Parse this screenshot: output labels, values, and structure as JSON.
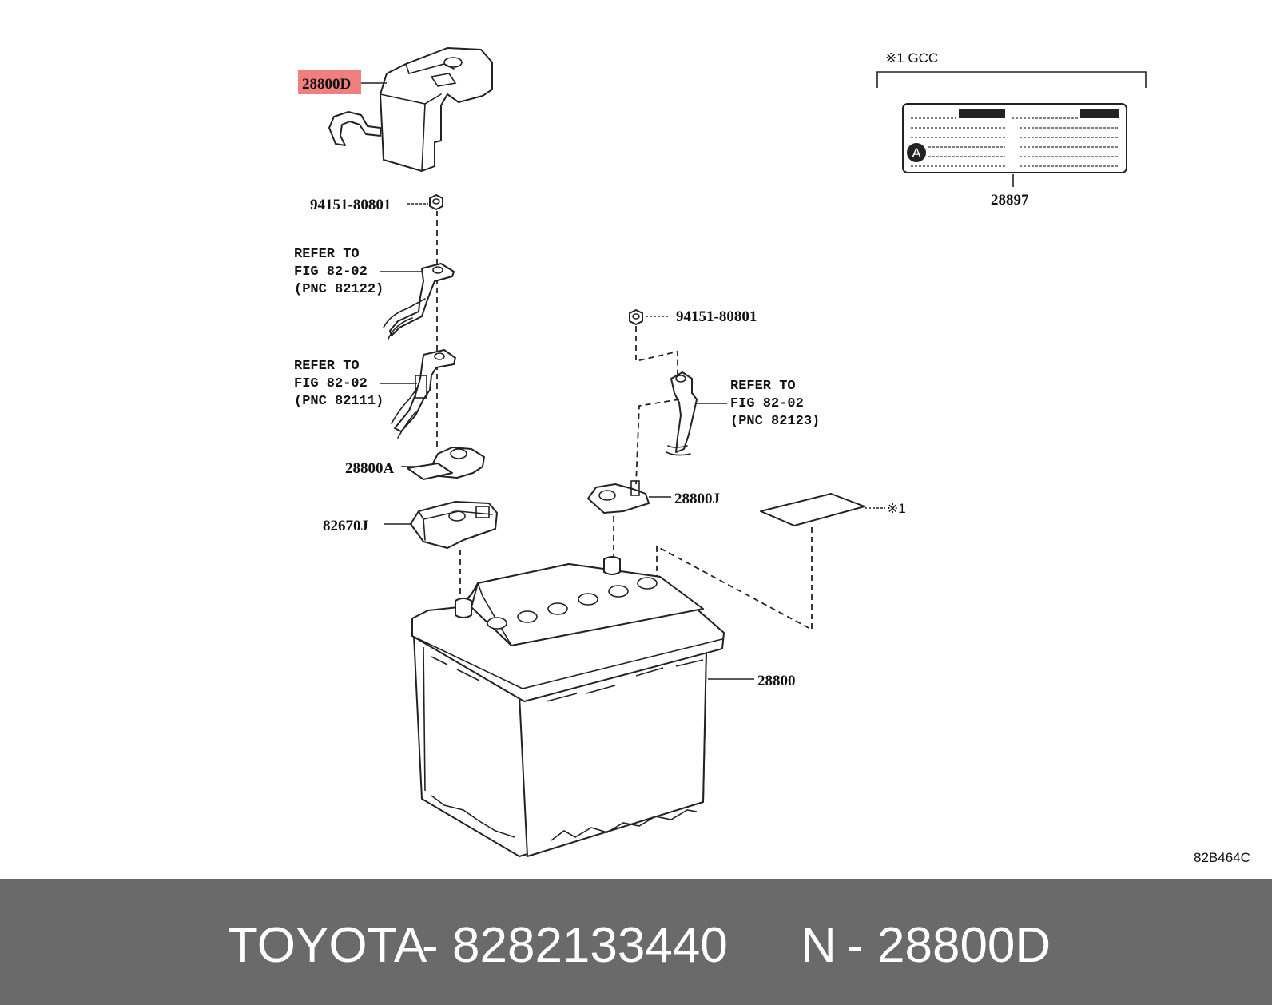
{
  "diagram": {
    "labels": {
      "part_28800D": "28800D",
      "bolt_top": "94151-80801",
      "ref1_line1": "REFER TO",
      "ref1_line2": "FIG 82-02",
      "ref1_line3": "(PNC 82122)",
      "ref2_line1": "REFER TO",
      "ref2_line2": "FIG 82-02",
      "ref2_line3": "(PNC 82111)",
      "part_28800A": "28800A",
      "part_82670J": "82670J",
      "bolt_right": "94151-80801",
      "ref3_line1": "REFER TO",
      "ref3_line2": "FIG 82-02",
      "ref3_line3": "(PNC 82123)",
      "part_28800J": "28800J",
      "note_star1": "※1",
      "gcc_note": "※1 GCC",
      "part_28897": "28897",
      "badge_a": "A",
      "part_28800": "28800",
      "figure_code": "82B464C"
    },
    "highlight_color": "#f08080"
  },
  "footer": {
    "brand": "TOYOTA",
    "separator1": "-",
    "part_number": "8282133440",
    "prefix": "N",
    "separator2": "-",
    "ref_code": "28800D",
    "background": "#6a6a6a",
    "text_color": "#ffffff"
  }
}
